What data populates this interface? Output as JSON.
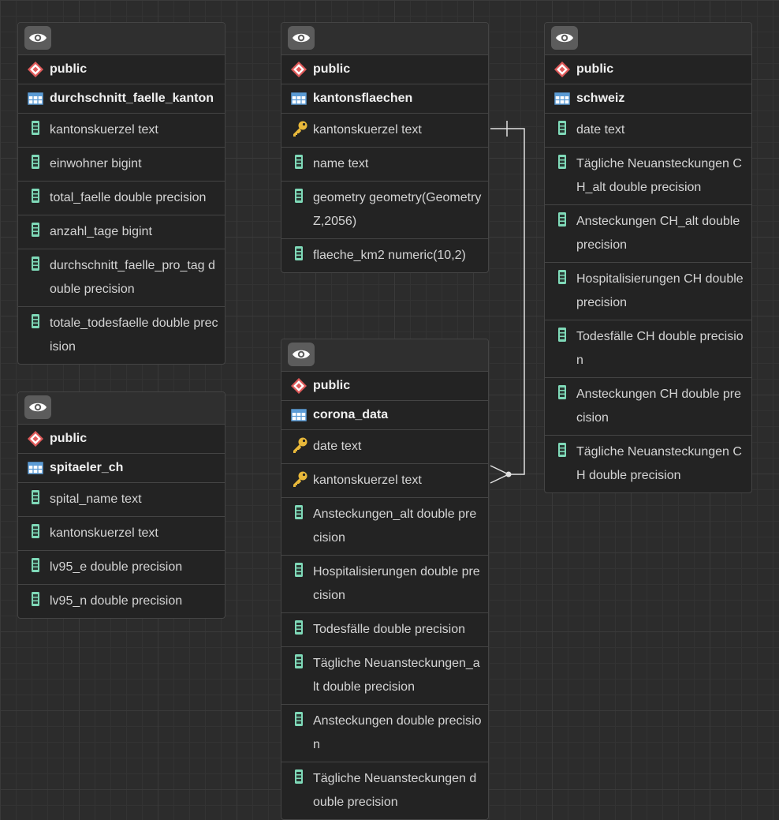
{
  "tables": [
    {
      "schema": "public",
      "name": "durchschnitt_faelle_kanton",
      "columns": [
        {
          "label": "kantonskuerzel text",
          "key": false
        },
        {
          "label": "einwohner bigint",
          "key": false
        },
        {
          "label": "total_faelle double precision",
          "key": false
        },
        {
          "label": "anzahl_tage bigint",
          "key": false
        },
        {
          "label": "durchschnitt_faelle_pro_tag double precision",
          "key": false
        },
        {
          "label": "totale_todesfaelle double precision",
          "key": false
        }
      ]
    },
    {
      "schema": "public",
      "name": "spitaeler_ch",
      "columns": [
        {
          "label": "spital_name text",
          "key": false
        },
        {
          "label": "kantonskuerzel text",
          "key": false
        },
        {
          "label": "lv95_e double precision",
          "key": false
        },
        {
          "label": "lv95_n double precision",
          "key": false
        }
      ]
    },
    {
      "schema": "public",
      "name": "kantonsflaechen",
      "columns": [
        {
          "label": "kantonskuerzel text",
          "key": true
        },
        {
          "label": "name text",
          "key": false
        },
        {
          "label": "geometry geometry(GeometryZ,2056)",
          "key": false
        },
        {
          "label": "flaeche_km2 numeric(10,2)",
          "key": false
        }
      ]
    },
    {
      "schema": "public",
      "name": "corona_data",
      "columns": [
        {
          "label": "date text",
          "key": true
        },
        {
          "label": "kantonskuerzel text",
          "key": true
        },
        {
          "label": "Ansteckungen_alt double precision",
          "key": false
        },
        {
          "label": "Hospitalisierungen double precision",
          "key": false
        },
        {
          "label": "Todesfälle double precision",
          "key": false
        },
        {
          "label": "Tägliche Neuansteckungen_alt double precision",
          "key": false
        },
        {
          "label": "Ansteckungen double precision",
          "key": false
        },
        {
          "label": "Tägliche Neuansteckungen double precision",
          "key": false
        }
      ]
    },
    {
      "schema": "public",
      "name": "schweiz",
      "columns": [
        {
          "label": "date text",
          "key": false
        },
        {
          "label": "Tägliche Neuansteckungen CH_alt double precision",
          "key": false
        },
        {
          "label": "Ansteckungen CH_alt double precision",
          "key": false
        },
        {
          "label": "Hospitalisierungen CH double precision",
          "key": false
        },
        {
          "label": "Todesfälle CH double precision",
          "key": false
        },
        {
          "label": "Ansteckungen CH double precision",
          "key": false
        },
        {
          "label": "Tägliche Neuansteckungen CH double precision",
          "key": false
        }
      ]
    }
  ],
  "relations": [
    {
      "from": "corona_data.kantonskuerzel",
      "to": "kantonsflaechen.kantonskuerzel",
      "cardinality": "many-to-one"
    }
  ],
  "colors": {
    "background": "#2c2c2c",
    "table_body": "#232323",
    "schema_icon": "#e05a5a",
    "table_icon": "#5b9bd5",
    "column_icon": "#7fd9b8",
    "key_icon": "#e8b83a",
    "relation_line": "#e0e0e0"
  },
  "icons": [
    "eye-icon",
    "schema-icon",
    "table-icon",
    "column-icon",
    "key-icon"
  ]
}
